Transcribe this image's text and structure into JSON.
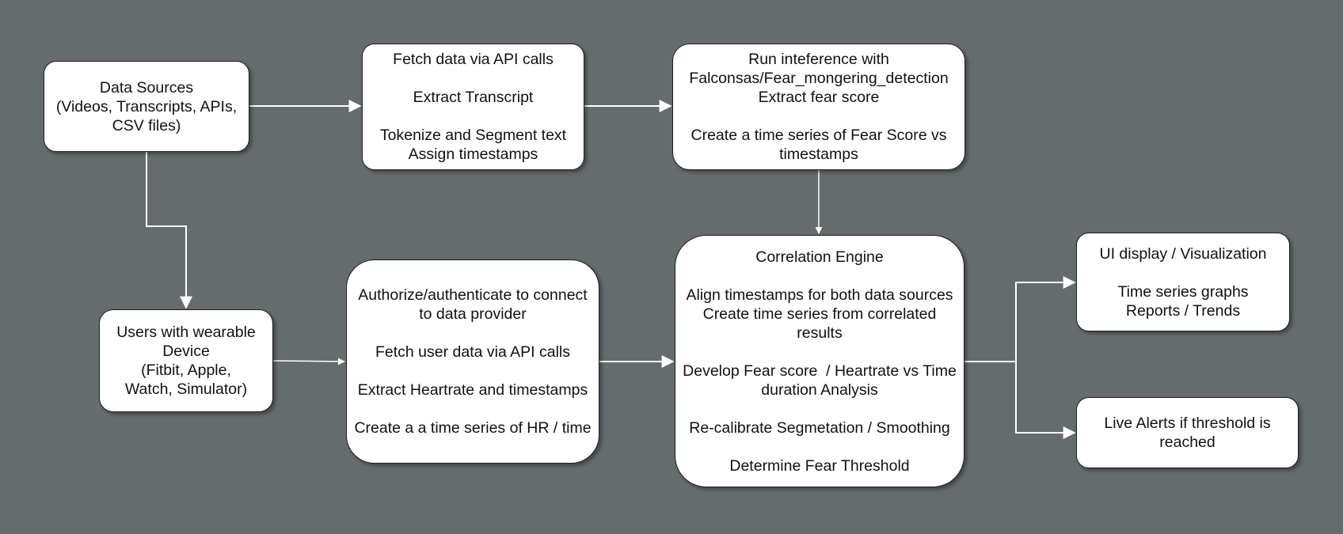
{
  "colors": {
    "canvas_background": "#656c6e",
    "node_fill": "#ffffff",
    "node_border": "#1f1f1f",
    "connector": "#ffffff"
  },
  "nodes": {
    "data_sources": {
      "lines": [
        "Data Sources",
        "(Videos, Transcripts, APIs,",
        "CSV files)"
      ]
    },
    "fetch_transcript": {
      "lines": [
        "Fetch data via API calls",
        "",
        "Extract Transcript",
        "",
        "Tokenize and Segment text",
        "Assign timestamps"
      ]
    },
    "fear_inference": {
      "lines": [
        "Run inteference with",
        "Falconsas/Fear_mongering_detection",
        "Extract fear score",
        "",
        "Create a time series of Fear Score vs",
        "timestamps"
      ]
    },
    "wearable_users": {
      "lines": [
        "Users with wearable",
        "Device",
        "(Fitbit, Apple,",
        "Watch, Simulator)"
      ]
    },
    "heartrate": {
      "lines": [
        "Authorize/authenticate to connect",
        "to data provider",
        "",
        "Fetch user data via API calls",
        "",
        "Extract Heartrate and timestamps",
        "",
        "Create a a time series of HR / time"
      ]
    },
    "correlation_engine": {
      "lines": [
        "Correlation Engine",
        "",
        "Align timestamps for both data sources",
        "Create time series from correlated",
        "results",
        "",
        "Develop Fear score  / Heartrate vs Time",
        "duration Analysis",
        "",
        "Re-calibrate Segmetation / Smoothing",
        "",
        "Determine Fear Threshold"
      ]
    },
    "ui_display": {
      "lines": [
        "UI display / Visualization",
        "",
        "Time series graphs",
        "Reports / Trends"
      ]
    },
    "live_alerts": {
      "lines": [
        "Live Alerts if threshold is",
        "reached"
      ]
    }
  },
  "edges": [
    {
      "from": "data_sources",
      "to": "fetch_transcript"
    },
    {
      "from": "fetch_transcript",
      "to": "fear_inference"
    },
    {
      "from": "fear_inference",
      "to": "correlation_engine"
    },
    {
      "from": "data_sources",
      "to": "wearable_users"
    },
    {
      "from": "wearable_users",
      "to": "heartrate"
    },
    {
      "from": "heartrate",
      "to": "correlation_engine"
    },
    {
      "from": "correlation_engine",
      "to": "ui_display"
    },
    {
      "from": "correlation_engine",
      "to": "live_alerts"
    }
  ]
}
